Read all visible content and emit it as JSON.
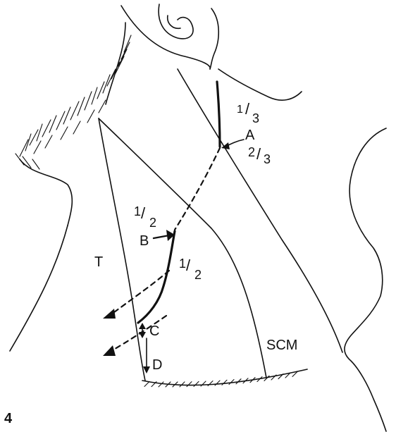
{
  "labels": {
    "a": "A",
    "b": "B",
    "c": "C",
    "d": "D",
    "t": "T",
    "scm": "SCM",
    "figure_number": "4"
  },
  "fractions": {
    "upper_third": {
      "num": "1",
      "den": "3"
    },
    "lower_two_thirds": {
      "num": "2",
      "den": "3"
    },
    "upper_half": {
      "num": "1",
      "den": "2"
    },
    "lower_half": {
      "num": "1",
      "den": "2"
    }
  }
}
